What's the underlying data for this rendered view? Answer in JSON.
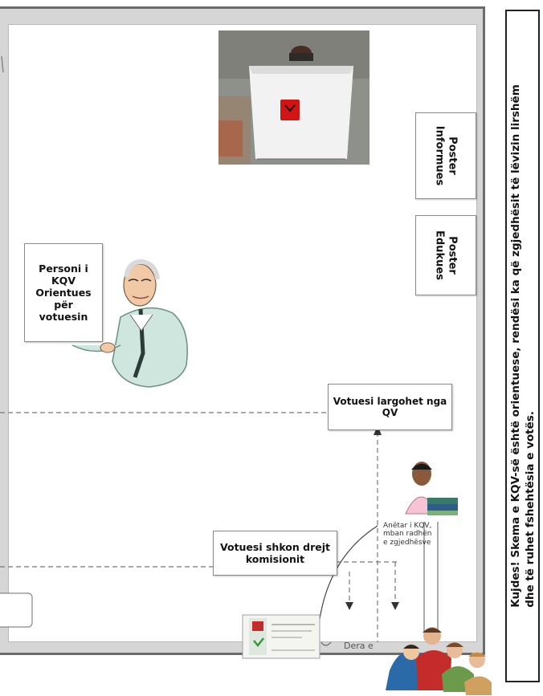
{
  "orienting_person": {
    "text": "Personi i KQV Orientues për votuesin"
  },
  "poster_informative": {
    "line1": "Poster",
    "line2": "Informues"
  },
  "poster_educational": {
    "line1": "Poster",
    "line2": "Edukues"
  },
  "voter_leaves": {
    "text": "Votuesi largohet nga QV"
  },
  "voter_goes": {
    "text": "Votuesi shkon drejt komisionit"
  },
  "commission_member": {
    "line1": "Anëtar i KQV,",
    "line2": "mban radhën",
    "line3": "e zgjedhësve"
  },
  "door": {
    "text": "Dera e"
  },
  "warning": {
    "line1": "Kujdes! Skema e KQV-së është orientuese, rendësi ka që zgjedhësit të lëvizin lirshëm",
    "line2": "dhe të ruhet fshehtësia e votës."
  },
  "colors": {
    "wall": "#6c6c6c",
    "floor": "#ffffff",
    "dashed_line": "#777777",
    "ballot_box": "#f2f2f2",
    "emblem": "#d01515"
  },
  "icons": [
    "ballot-box-photo",
    "official-man-figure",
    "commission-woman-figure",
    "voters-group-figure",
    "ballot-card"
  ]
}
